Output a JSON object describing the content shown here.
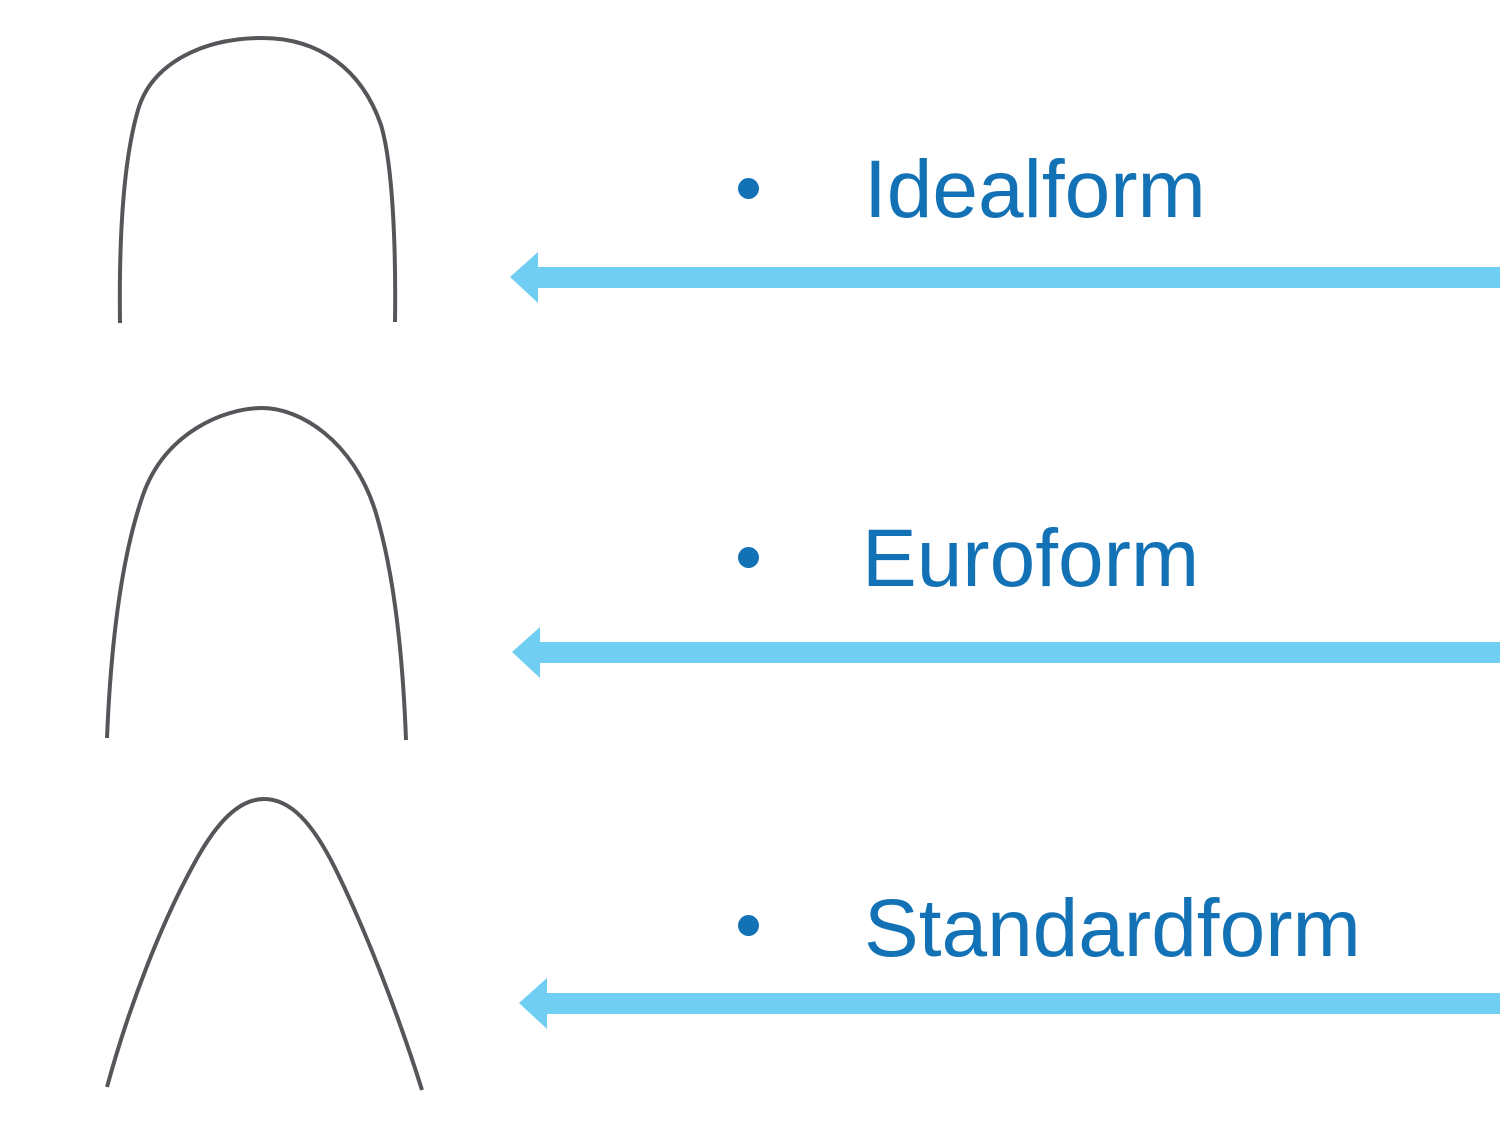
{
  "slide": {
    "items": [
      {
        "label": "Idealform",
        "bullet_icon": "bullet-dot-icon",
        "wire_icon": "idealform-archwire",
        "arrow_icon": "left-arrow"
      },
      {
        "label": "Euroform",
        "bullet_icon": "bullet-dot-icon",
        "wire_icon": "euroform-archwire",
        "arrow_icon": "left-arrow"
      },
      {
        "label": "Standardform",
        "bullet_icon": "bullet-dot-icon",
        "wire_icon": "standardform-archwire",
        "arrow_icon": "left-arrow"
      }
    ],
    "colors": {
      "label_blue": "#1372b6",
      "bullet_blue": "#1372b6",
      "arrow_blue": "#6fcef2",
      "wire_gray": "#55565a",
      "background": "#ffffff"
    }
  }
}
